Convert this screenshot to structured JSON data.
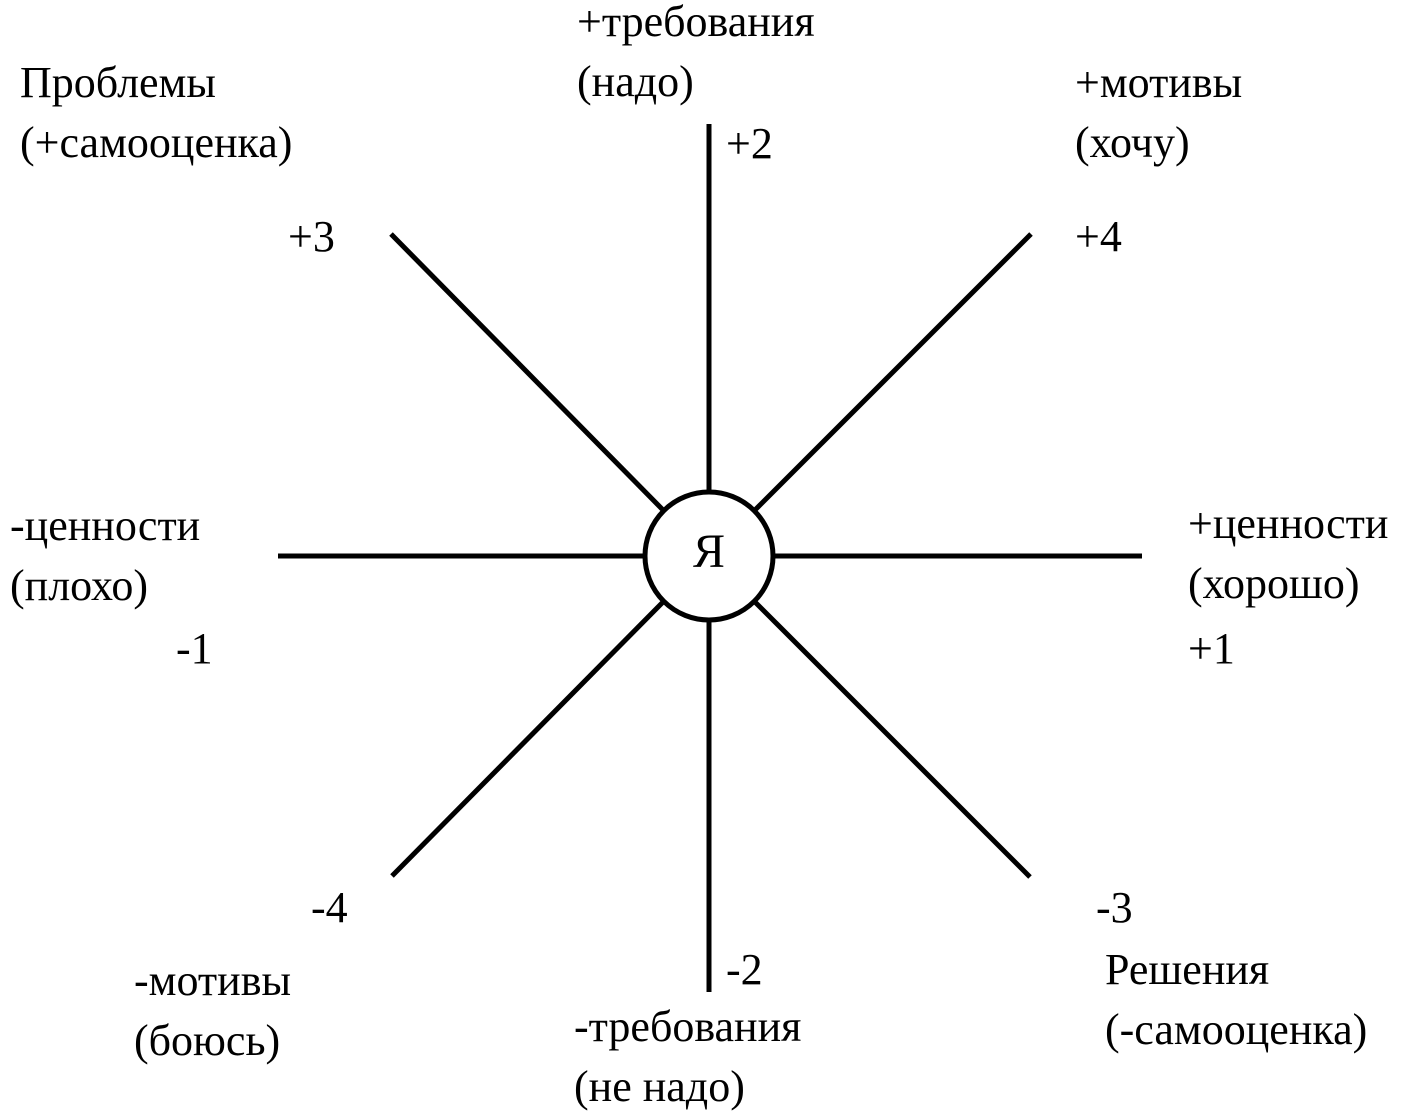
{
  "diagram": {
    "center_label": "Я",
    "axes": {
      "up": {
        "name": "+требования",
        "sub": "(надо)",
        "value": "+2"
      },
      "up_right": {
        "name": "+мотивы",
        "sub": "(хочу)",
        "value": "+4"
      },
      "right": {
        "name": "+ценности",
        "sub": "(хорошо)",
        "value": "+1"
      },
      "down_right": {
        "name": "Решения",
        "sub": "(-самооценка)",
        "value": "-3"
      },
      "down": {
        "name": "-требования",
        "sub": "(не надо)",
        "value": "-2"
      },
      "down_left": {
        "name": "-мотивы",
        "sub": "(боюсь)",
        "value": "-4"
      },
      "left": {
        "name": "-ценности",
        "sub": "(плохо)",
        "value": "-1"
      },
      "up_left": {
        "name": "Проблемы",
        "sub": "(+самооценка)",
        "value": "+3"
      }
    }
  }
}
